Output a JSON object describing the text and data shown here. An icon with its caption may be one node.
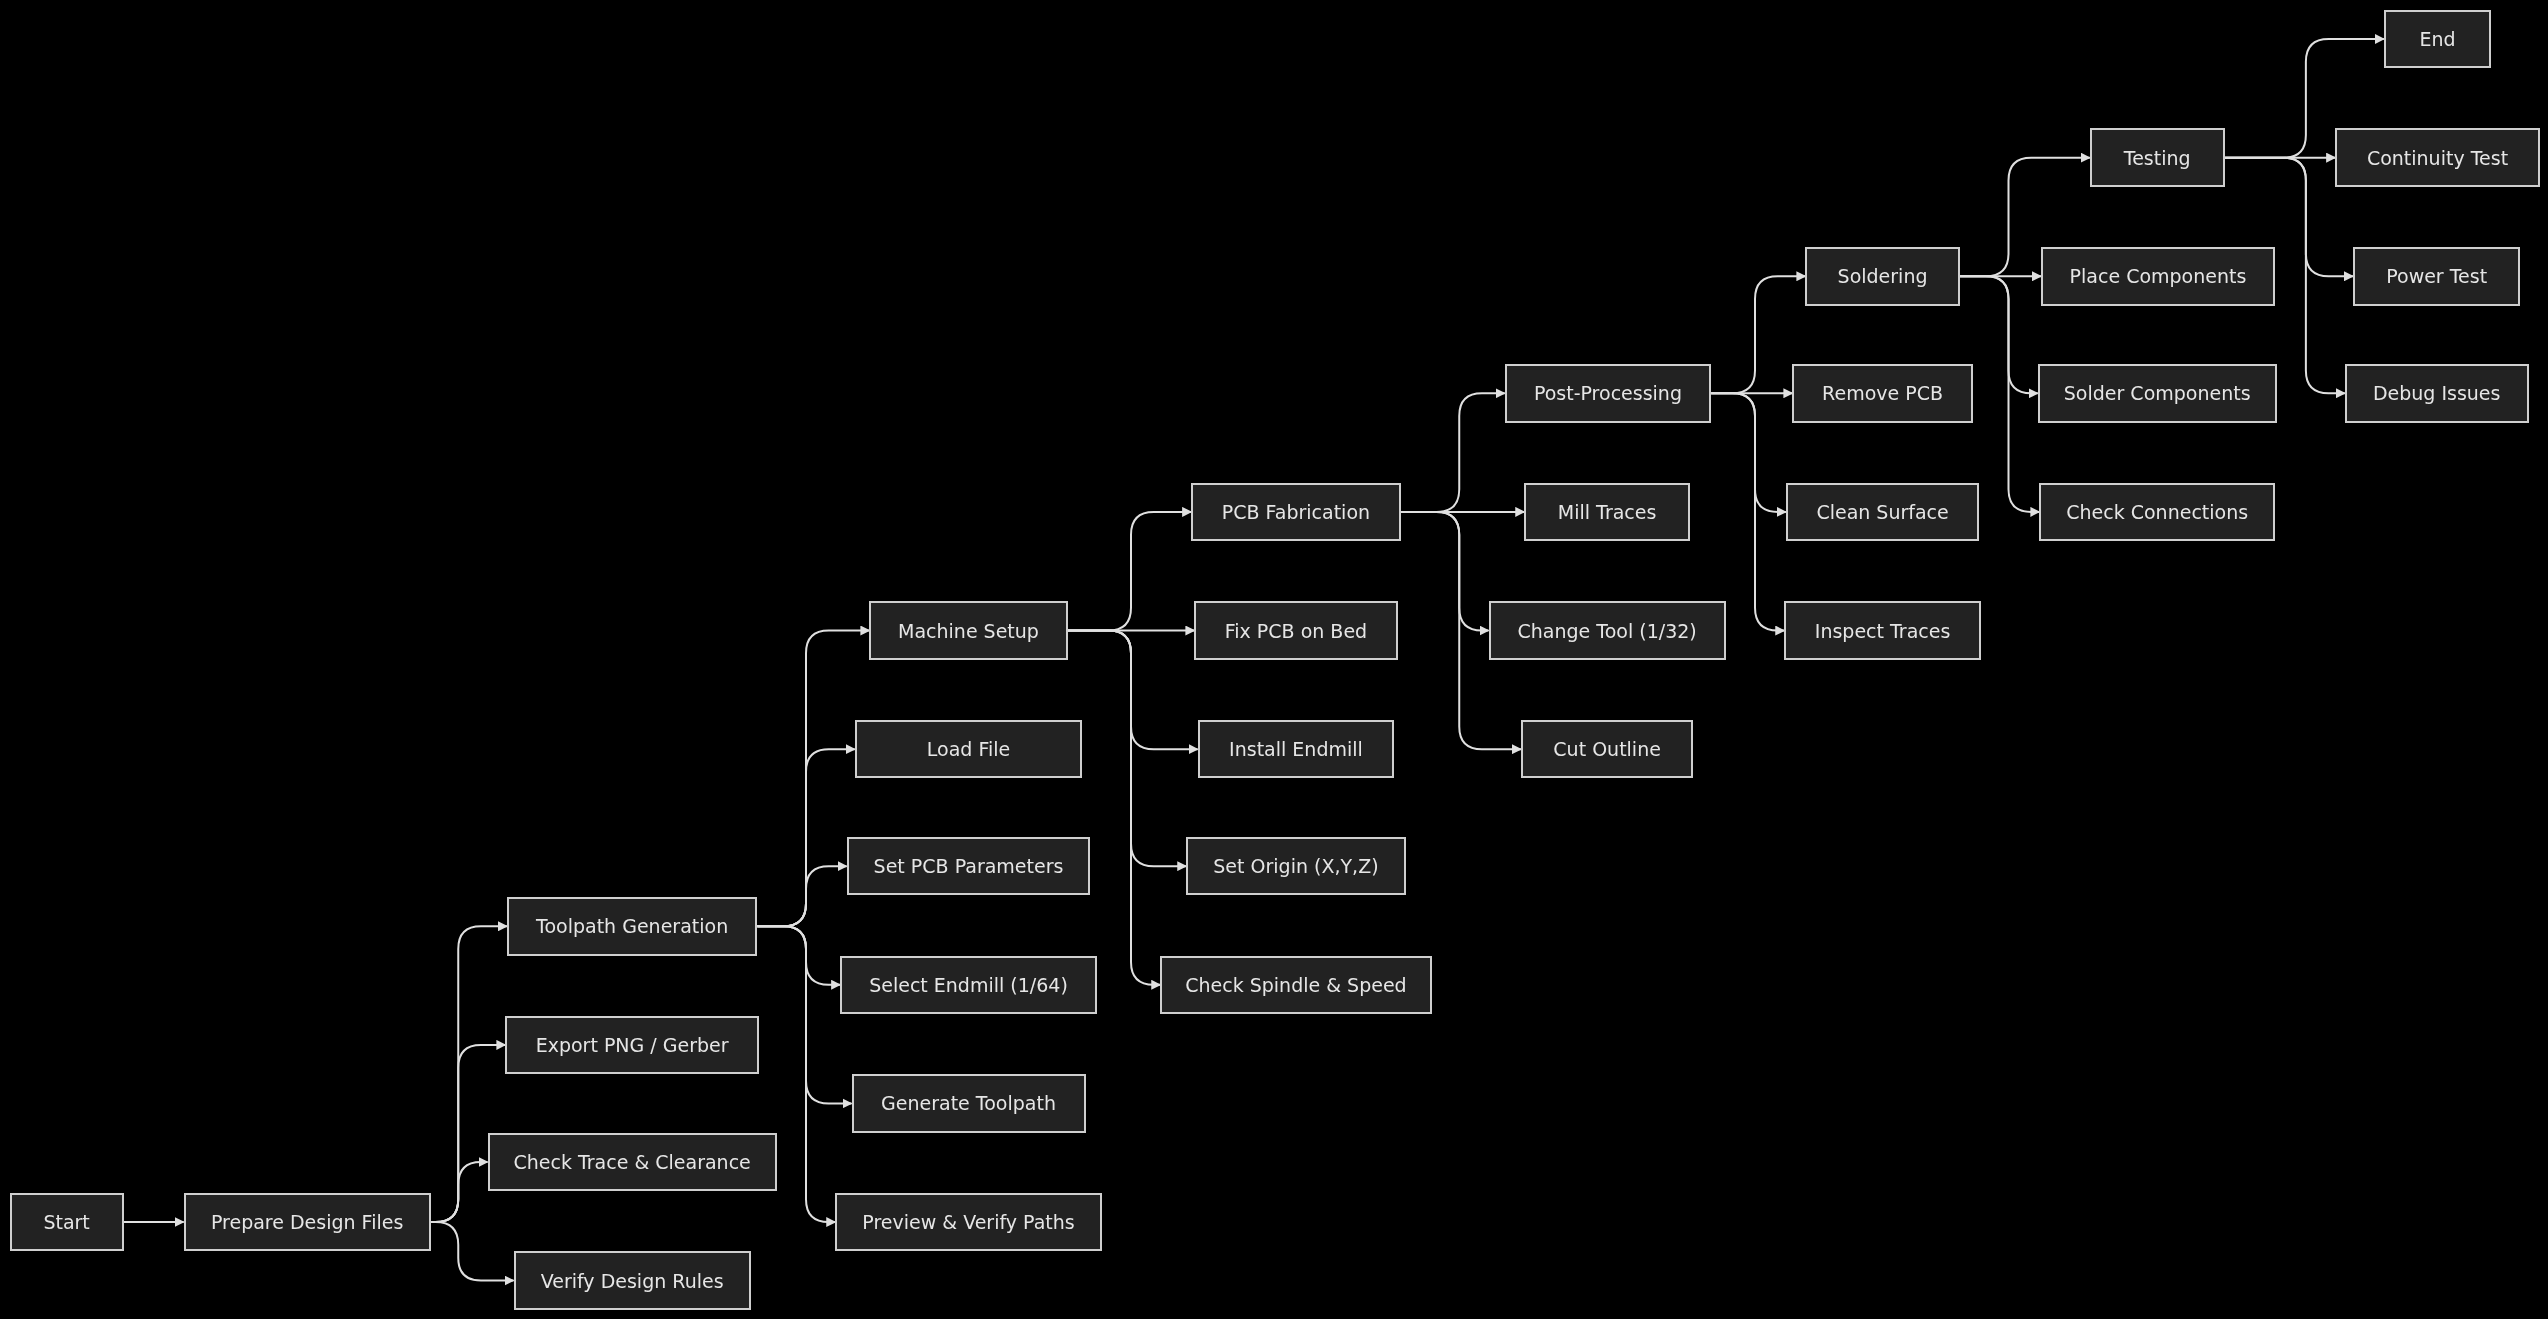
{
  "diagram": {
    "nodes": [
      {
        "text": [
          "Start"
        ]
      },
      {
        "text": [
          "Prepare Design Files"
        ]
      },
      {
        "text": [
          "Toolpath Generation"
        ]
      },
      {
        "text": [
          "Export PNG / Gerber"
        ]
      },
      {
        "text": [
          "Check Trace & Clearance"
        ]
      },
      {
        "text": [
          "Verify Design Rules"
        ]
      },
      {
        "text": [
          "Machine Setup"
        ]
      },
      {
        "text": [
          "Load File"
        ]
      },
      {
        "text": [
          "Set PCB Parameters"
        ]
      },
      {
        "text": [
          "Select Endmill (1/64)"
        ]
      },
      {
        "text": [
          "Generate Toolpath"
        ]
      },
      {
        "text": [
          "Preview & Verify Paths"
        ]
      },
      {
        "text": [
          "PCB Fabrication"
        ]
      },
      {
        "text": [
          "Fix PCB on Bed"
        ]
      },
      {
        "text": [
          "Install Endmill"
        ]
      },
      {
        "text": [
          "Set Origin (X,Y,Z)"
        ]
      },
      {
        "text": [
          "Check Spindle & Speed"
        ]
      },
      {
        "text": [
          "Post-Processing"
        ]
      },
      {
        "text": [
          "Mill Traces"
        ]
      },
      {
        "text": [
          "Change Tool (1/32)"
        ]
      },
      {
        "text": [
          "Cut Outline"
        ]
      },
      {
        "text": [
          "Soldering"
        ]
      },
      {
        "text": [
          "Remove PCB"
        ]
      },
      {
        "text": [
          "Clean Surface"
        ]
      },
      {
        "text": [
          "Inspect Traces"
        ]
      },
      {
        "text": [
          "Testing"
        ]
      },
      {
        "text": [
          "Place Components"
        ]
      },
      {
        "text": [
          "Solder Components"
        ]
      },
      {
        "text": [
          "Check Connections"
        ]
      },
      {
        "text": [
          "End"
        ]
      },
      {
        "text": [
          "Continuity Test"
        ]
      },
      {
        "text": [
          "Power Test"
        ]
      },
      {
        "text": [
          "Debug Issues"
        ]
      }
    ],
    "edges": [
      {
        "from": 0,
        "to": 1,
        "arrow": "to"
      },
      {
        "from": 1,
        "to": 2,
        "arrow": "to"
      },
      {
        "from": 1,
        "to": 3,
        "arrow": "to"
      },
      {
        "from": 1,
        "to": 4,
        "arrow": "to"
      },
      {
        "from": 1,
        "to": 5,
        "arrow": "to"
      },
      {
        "from": 2,
        "to": 6,
        "arrow": "to"
      },
      {
        "from": 2,
        "to": 7,
        "arrow": "to"
      },
      {
        "from": 2,
        "to": 8,
        "arrow": "to"
      },
      {
        "from": 2,
        "to": 9,
        "arrow": "to"
      },
      {
        "from": 2,
        "to": 10,
        "arrow": "to"
      },
      {
        "from": 2,
        "to": 11,
        "arrow": "to"
      },
      {
        "from": 6,
        "to": 12,
        "arrow": "to"
      },
      {
        "from": 6,
        "to": 13,
        "arrow": "to"
      },
      {
        "from": 6,
        "to": 14,
        "arrow": "to"
      },
      {
        "from": 6,
        "to": 15,
        "arrow": "to"
      },
      {
        "from": 6,
        "to": 16,
        "arrow": "to"
      },
      {
        "from": 12,
        "to": 17,
        "arrow": "to"
      },
      {
        "from": 12,
        "to": 18,
        "arrow": "to"
      },
      {
        "from": 12,
        "to": 19,
        "arrow": "to"
      },
      {
        "from": 12,
        "to": 20,
        "arrow": "to"
      },
      {
        "from": 17,
        "to": 21,
        "arrow": "to"
      },
      {
        "from": 17,
        "to": 22,
        "arrow": "to"
      },
      {
        "from": 17,
        "to": 23,
        "arrow": "to"
      },
      {
        "from": 17,
        "to": 24,
        "arrow": "to"
      },
      {
        "from": 21,
        "to": 25,
        "arrow": "to"
      },
      {
        "from": 21,
        "to": 26,
        "arrow": "to"
      },
      {
        "from": 21,
        "to": 27,
        "arrow": "to"
      },
      {
        "from": 21,
        "to": 28,
        "arrow": "to"
      },
      {
        "from": 25,
        "to": 29,
        "arrow": "to"
      },
      {
        "from": 25,
        "to": 30,
        "arrow": "to"
      },
      {
        "from": 25,
        "to": 31,
        "arrow": "to"
      },
      {
        "from": 25,
        "to": 32,
        "arrow": "to"
      }
    ]
  }
}
